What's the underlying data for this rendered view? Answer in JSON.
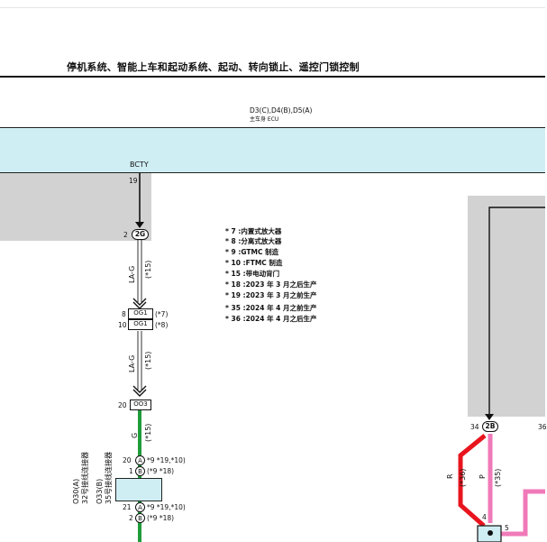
{
  "title": "停机系统、智能上车和起动系统、起动、转向锁止、遥控门锁控制",
  "ecu": {
    "code": "D3(C),D4(B),D5(A)",
    "name": "主车身 ECU"
  },
  "pin": {
    "name": "BCTY",
    "number": "19"
  },
  "notes": [
    "* 7 :内置式放大器",
    "* 8 :分离式放大器",
    "* 9 :GTMC 制造",
    "* 10 :FTMC 制造",
    "* 15 :带电动背门",
    "* 18 :2023 年 3 月之后生产",
    "* 19 :2023 年 3 月之前生产",
    "* 35 :2024 年 4 月之前生产",
    "* 36 :2024 年 4 月之后生产"
  ],
  "junction_2g": {
    "pin": "2",
    "code": "2G"
  },
  "wire_lag_1": {
    "color": "LA-G",
    "note": "(*15)"
  },
  "og1_top": {
    "pin": "8",
    "code": "OG1",
    "note": "(*7)"
  },
  "og1_bottom": {
    "pin": "10",
    "code": "OG1",
    "note": "(*8)"
  },
  "wire_lag_2": {
    "color": "LA-G",
    "note": "(*15)"
  },
  "oo3": {
    "pin": "20",
    "code": "OO3"
  },
  "wire_g": {
    "color": "G",
    "note": "(*15)"
  },
  "sensor": {
    "label_a": "O30(A)",
    "label_a_name": "32号接线连接器",
    "label_b": "O33(B)",
    "label_b_name": "35号接线连接器"
  },
  "sensor_pins": [
    {
      "pin": "20",
      "letter": "A",
      "note": "*9 *19,*10)"
    },
    {
      "pin": "1",
      "letter": "B",
      "note": "(*9 *18)"
    },
    {
      "pin": "21",
      "letter": "A",
      "note": "*9 *19,*10)"
    },
    {
      "pin": "2",
      "letter": "B",
      "note": "(*9 *18)"
    }
  ],
  "junction_2b": {
    "pin": "34",
    "code": "2B",
    "pin_right": "36"
  },
  "wire_r": {
    "color": "R",
    "note": "(*36)"
  },
  "wire_p": {
    "color": "P",
    "note": "(*35)"
  },
  "bottom_pins": {
    "left": "4",
    "right": "5"
  },
  "colors": {
    "ecu_band": "#cfeef3",
    "gray_block": "#d2d2d2",
    "wire_green": "#1f9b3a",
    "wire_red": "#e8151f",
    "wire_pink": "#f07ab8"
  }
}
